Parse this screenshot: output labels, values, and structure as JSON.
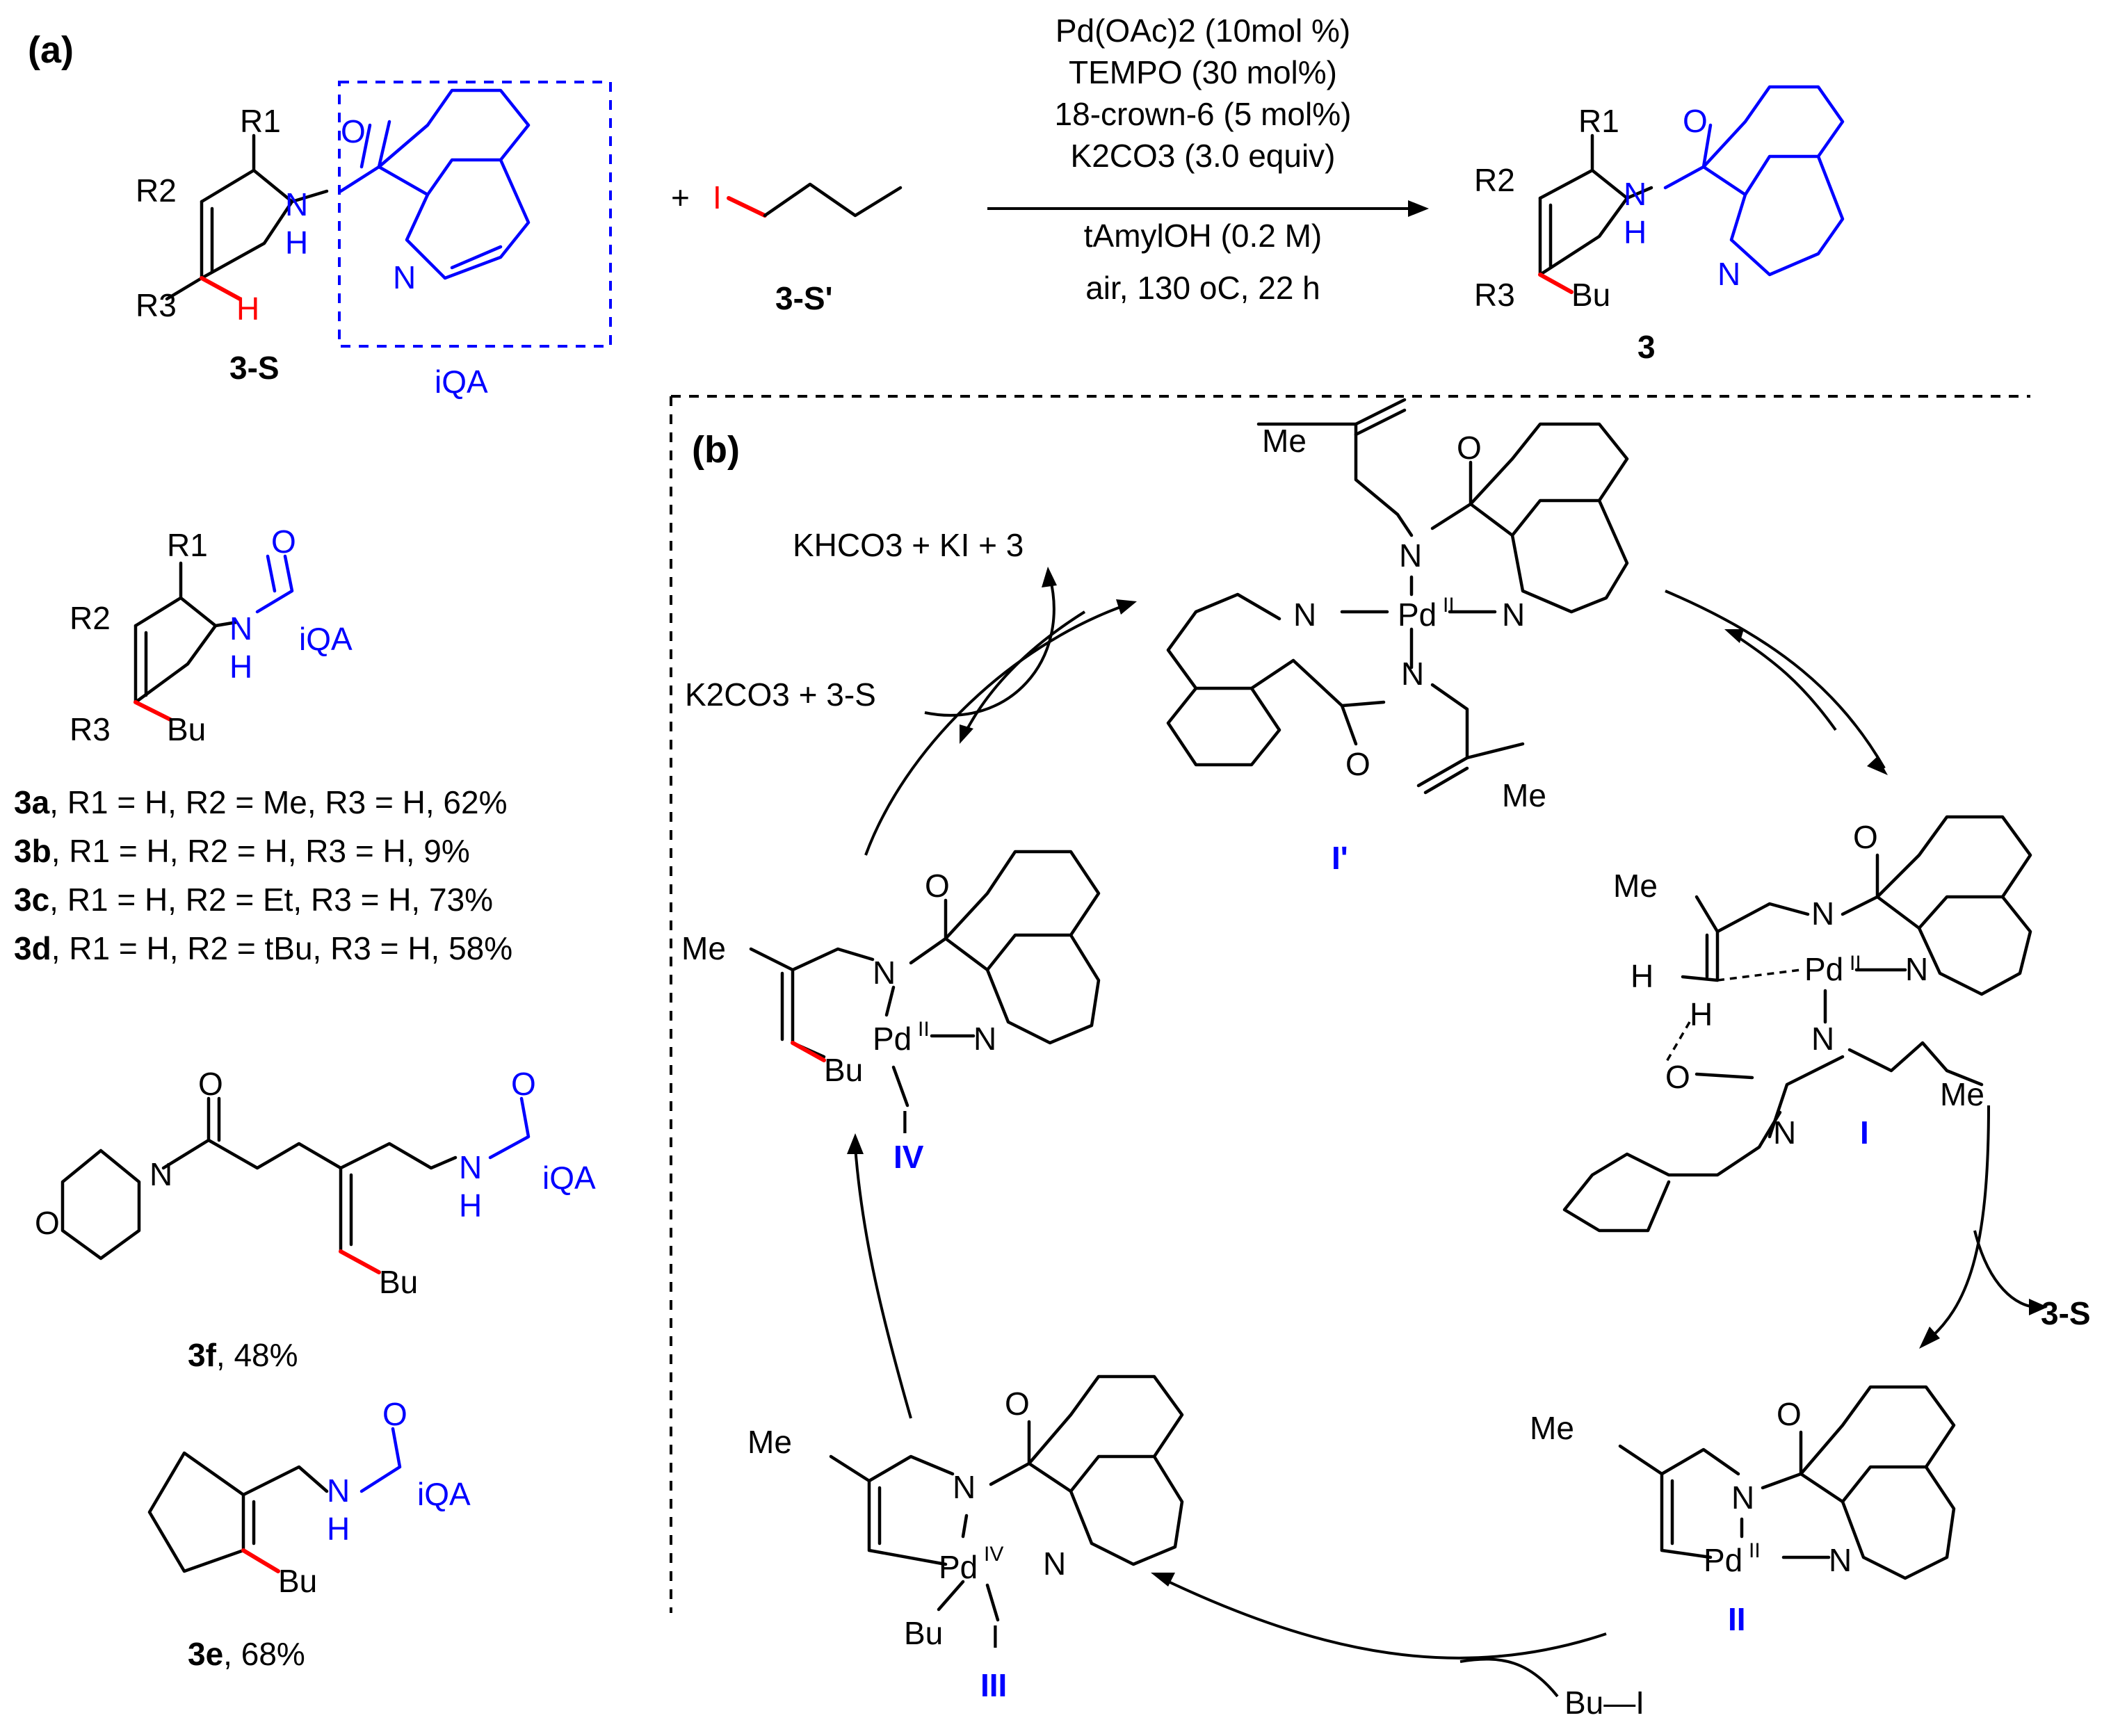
{
  "panel_a": {
    "label": "(a)",
    "conditions": [
      "Pd(OAc)2 (10mol %)",
      "TEMPO (30 mol%)",
      "18-crown-6 (5 mol%)",
      "K2CO3 (3.0 equiv)",
      "tAmylOH (0.2 M)",
      "air, 130 oC, 22 h"
    ],
    "substrate_label": "3-S",
    "directing_group_label": "iQA",
    "reagent_label": "3-S'",
    "plus": "+",
    "product_label": "3",
    "atoms": {
      "R1": "R1",
      "R2": "R2",
      "R3": "R3",
      "H": "H",
      "N": "N",
      "O": "O",
      "NH_N": "N",
      "NH_H": "H",
      "I": "I",
      "Bu": "Bu"
    }
  },
  "products": [
    {
      "id": "3a",
      "text": ", R1 = H, R2 = Me, R3 = H, 62%"
    },
    {
      "id": "3b",
      "text": ", R1 = H, R2 = H, R3 = H, 9%"
    },
    {
      "id": "3c",
      "text": ", R1 = H, R2 = Et, R3 = H, 73%"
    },
    {
      "id": "3d",
      "text": ", R1 = H, R2 = tBu, R3 = H, 58%"
    }
  ],
  "product_3f": {
    "id": "3f",
    "yield": ", 48%"
  },
  "product_3e": {
    "id": "3e",
    "yield": ", 68%"
  },
  "panel_b": {
    "label": "(b)",
    "top_left_products": "KHCO3 + KI + 3",
    "top_left_reactants": "K2CO3 + 3-S",
    "release_label": "3-S",
    "bu_i": "Bu—I",
    "intermediates": {
      "I_prime": "I'",
      "I": "I",
      "II": "II",
      "III": "III",
      "IV": "IV"
    },
    "oxidation_states": {
      "pd2": "II",
      "pd4": "IV"
    },
    "atoms": {
      "Me": "Me",
      "Pd": "Pd",
      "N": "N",
      "O": "O",
      "H": "H",
      "Bu": "Bu",
      "I": "I"
    }
  }
}
